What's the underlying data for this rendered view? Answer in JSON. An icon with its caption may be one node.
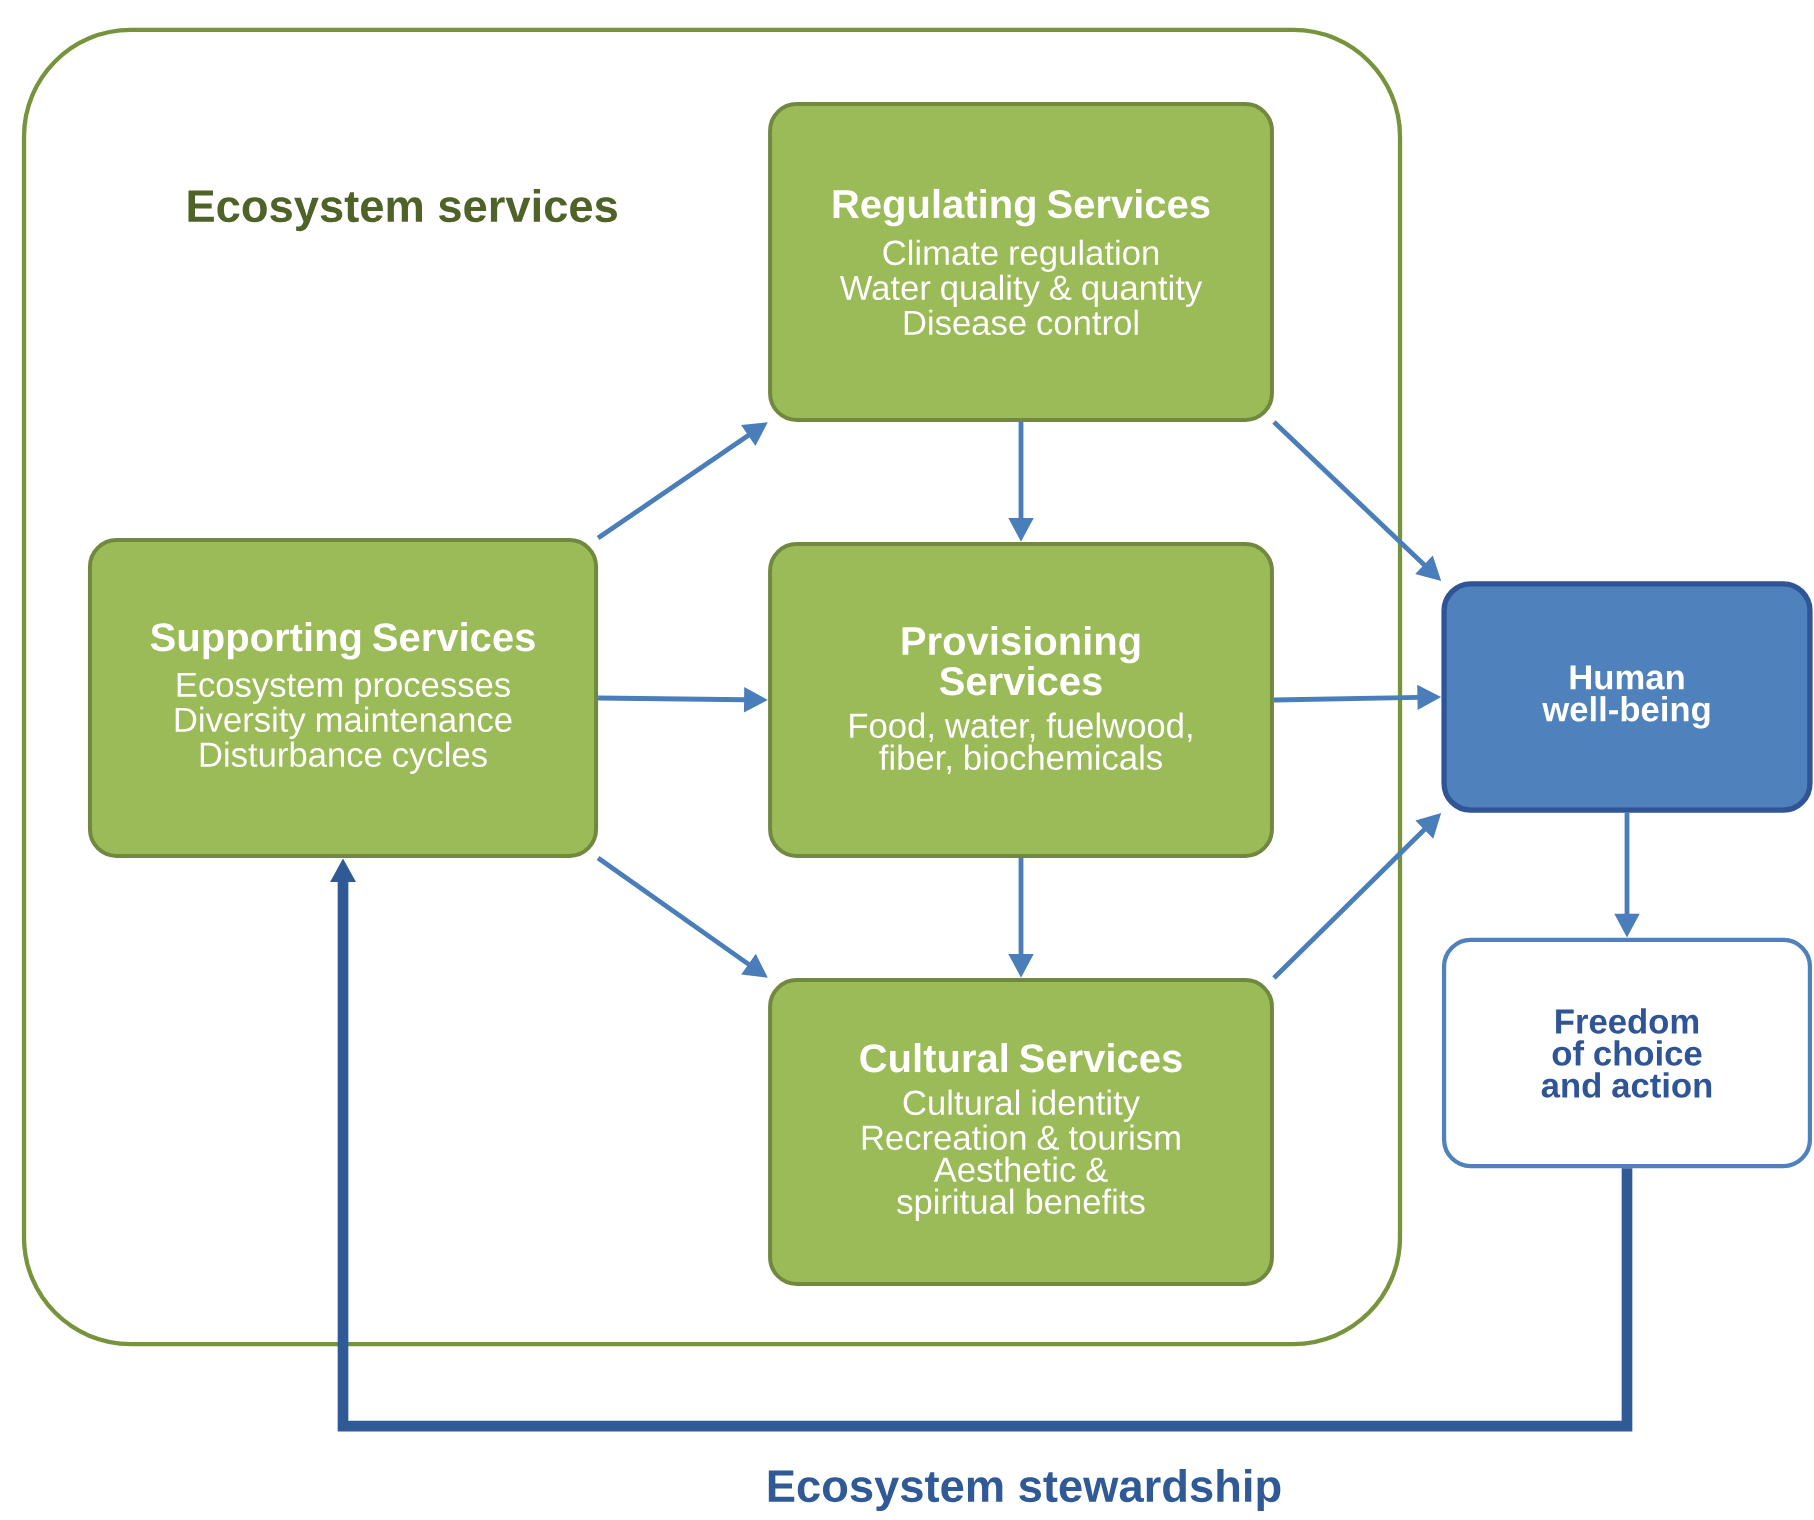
{
  "diagram": {
    "nodes": [
      {
        "text": [
          "Ecosystem services"
        ]
      },
      {
        "text": [
          "Supporting Services",
          "Ecosystem processes",
          "Diversity maintenance",
          "Disturbance cycles"
        ],
        "in": 0
      },
      {
        "text": [
          "Regulating Services",
          "Climate regulation",
          "Water quality & quantity",
          "Disease control"
        ],
        "in": 0
      },
      {
        "text": [
          "Provisioning Services",
          "Food, water, fuelwood, fiber, biochemicals"
        ],
        "in": 0
      },
      {
        "text": [
          "Cultural Services",
          "Cultural identity",
          "Recreation & tourism",
          "Aesthetic & spiritual benefits"
        ],
        "in": 0
      },
      {
        "text": [
          "Human well-being"
        ]
      },
      {
        "text": [
          "Freedom of choice and action"
        ]
      }
    ],
    "edges": [
      {
        "from": 1,
        "to": 2,
        "arrow": "to"
      },
      {
        "from": 1,
        "to": 3,
        "arrow": "to"
      },
      {
        "from": 1,
        "to": 4,
        "arrow": "to"
      },
      {
        "from": 2,
        "to": 3,
        "arrow": "to"
      },
      {
        "from": 3,
        "to": 4,
        "arrow": "to"
      },
      {
        "from": 2,
        "to": 5,
        "arrow": "to"
      },
      {
        "from": 3,
        "to": 5,
        "arrow": "to"
      },
      {
        "from": 4,
        "to": 5,
        "arrow": "to"
      },
      {
        "from": 5,
        "to": 6,
        "arrow": "to"
      },
      {
        "from": 6,
        "to": 1,
        "arrow": "to",
        "label": "Ecosystem stewardship",
        "style": "thick",
        "color": "#2f5a96"
      }
    ]
  }
}
